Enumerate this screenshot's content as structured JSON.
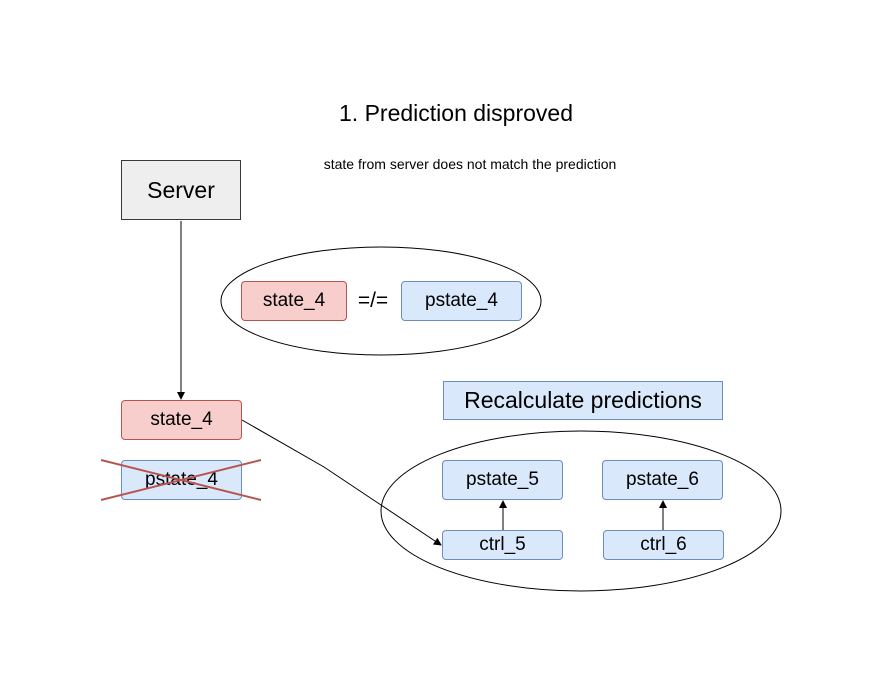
{
  "title": "1. Prediction disproved",
  "subtitle": "state from server does not match the prediction",
  "nodes": {
    "server": "Server",
    "compare_state": "state_4",
    "compare_operator": "=/=",
    "compare_pstate": "pstate_4",
    "client_state": "state_4",
    "client_pstate_crossed": "pstate_4",
    "recalc_label": "Recalculate predictions",
    "pstate_5": "pstate_5",
    "pstate_6": "pstate_6",
    "ctrl_5": "ctrl_5",
    "ctrl_6": "ctrl_6"
  },
  "colors": {
    "red_fill": "#f8cecc",
    "red_stroke": "#b85450",
    "blue_fill": "#dae8fc",
    "blue_stroke": "#6c8ebf",
    "gray_fill": "#eeeeee"
  }
}
